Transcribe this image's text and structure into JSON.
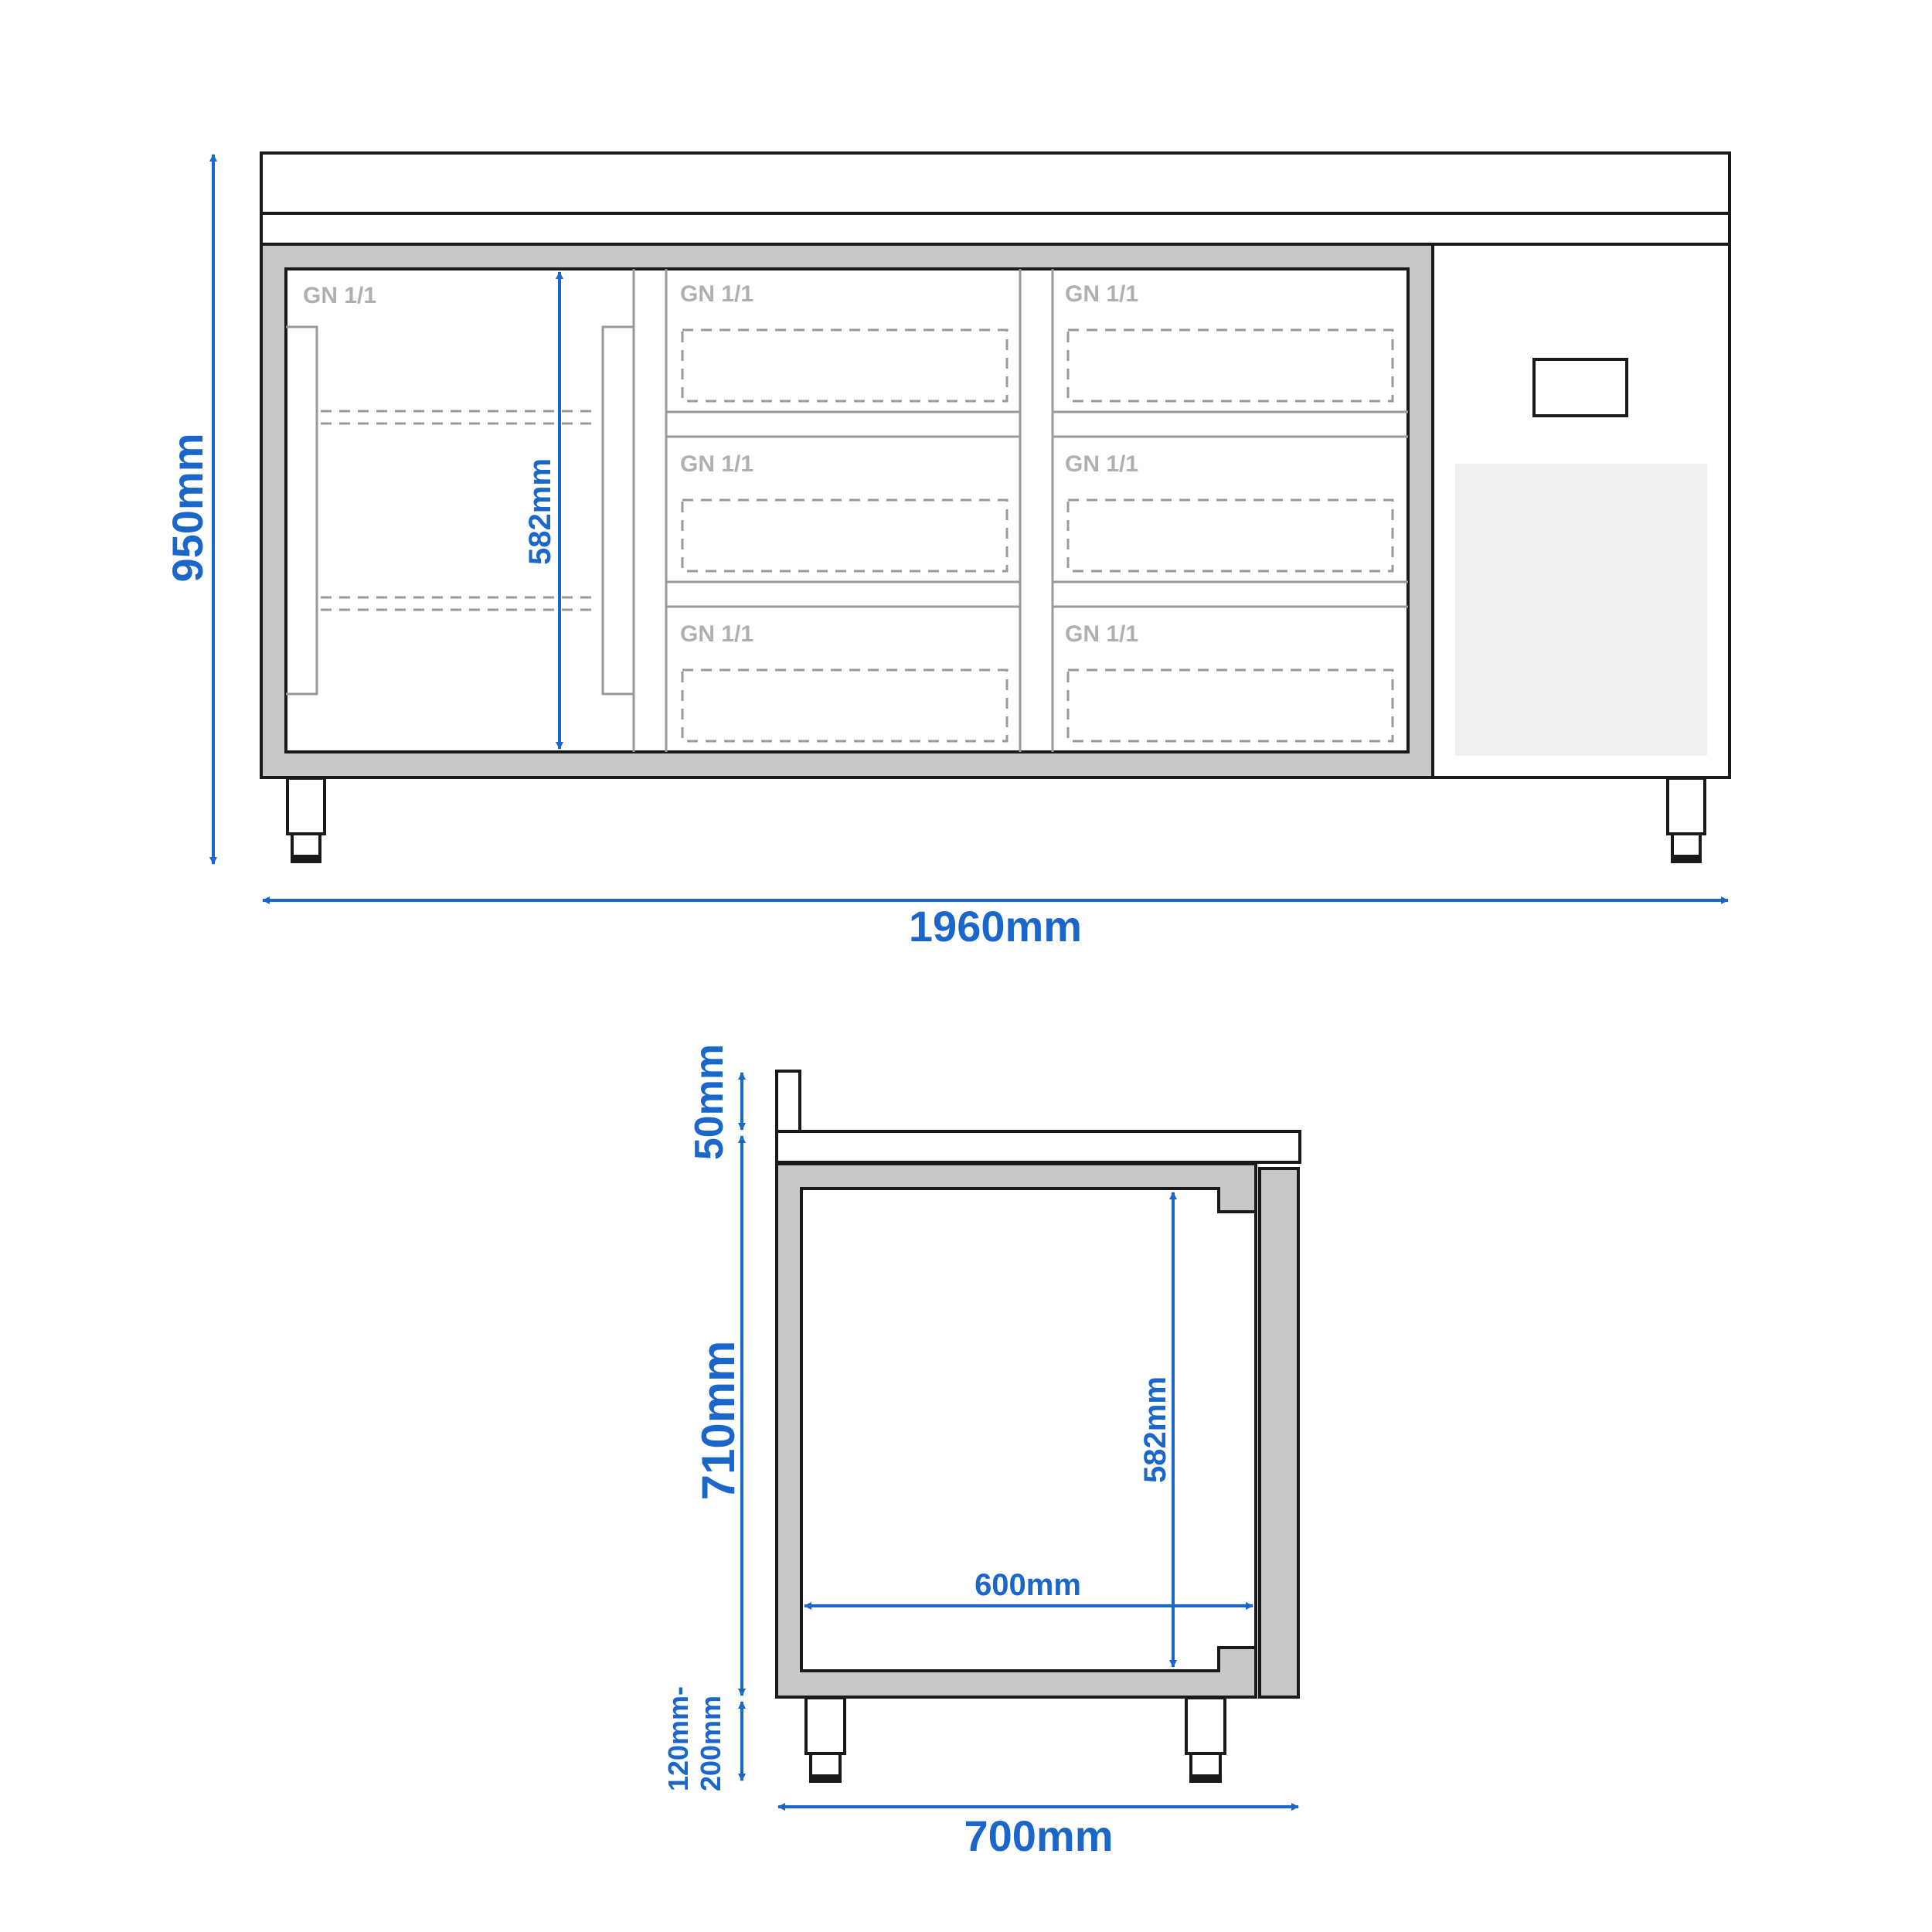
{
  "front_view": {
    "height_label": "950mm",
    "width_label": "1960mm",
    "inner_height_label": "582mm",
    "gn_labels": [
      "GN 1/1",
      "GN 1/1",
      "GN 1/1",
      "GN 1/1",
      "GN 1/1",
      "GN 1/1",
      "GN 1/1"
    ]
  },
  "side_view": {
    "upstand_label": "50mm",
    "body_height_label": "710mm",
    "leg_label_line1": "120mm-",
    "leg_label_line2": "200mm",
    "depth_label": "700mm",
    "inner_width_label": "600mm",
    "inner_height_label": "582mm"
  },
  "colors": {
    "dimension": "#1a66c9",
    "outline": "#1a1a1a",
    "panel": "#c8c8c8",
    "gn_text": "#b0b0b0",
    "vent": "#f0f0f0"
  }
}
